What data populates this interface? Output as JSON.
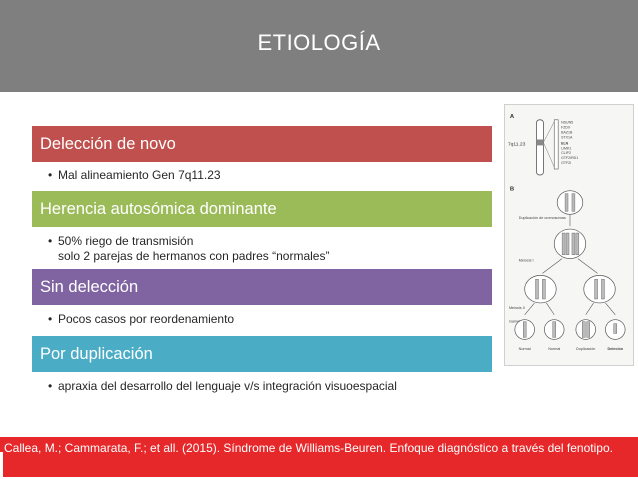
{
  "header": {
    "title": "ETIOLOGÍA"
  },
  "sections": [
    {
      "heading": "Delección de novo",
      "bullets": [
        "Mal alineamiento Gen 7q11.23"
      ]
    },
    {
      "heading": "Herencia autosómica dominante",
      "bullets": [
        "50% riego de transmisión",
        "solo 2 parejas de hermanos con padres “normales”"
      ]
    },
    {
      "heading": "Sin delección",
      "bullets": [
        "Pocos casos por reordenamiento"
      ]
    },
    {
      "heading": "Por duplicación",
      "bullets": [
        "apraxia del desarrollo del lenguaje v/s integración visuoespacial"
      ]
    }
  ],
  "diagram": {
    "panel_a_label": "A",
    "panel_b_label": "B",
    "locus_label": "7q11.23",
    "genes": [
      "NSUN5",
      "FZD9",
      "BAZ1B",
      "STX1A",
      "ELN",
      "LIMK1",
      "CLIP2",
      "GTF2IRD1",
      "GTF2I"
    ],
    "step1_label": "Duplicación de cromosomas",
    "step2_label": "Meiosis I",
    "step3_label": "Meiosis II",
    "gametes_label": "Gametos",
    "outcomes": [
      "Normal",
      "Normal",
      "Duplicación",
      "Deleción"
    ]
  },
  "citation": {
    "text": "Callea, M.; Cammarata, F.; et all. (2015). Síndrome de Williams-Beuren. Enfoque diagnóstico a través del fenotipo."
  }
}
